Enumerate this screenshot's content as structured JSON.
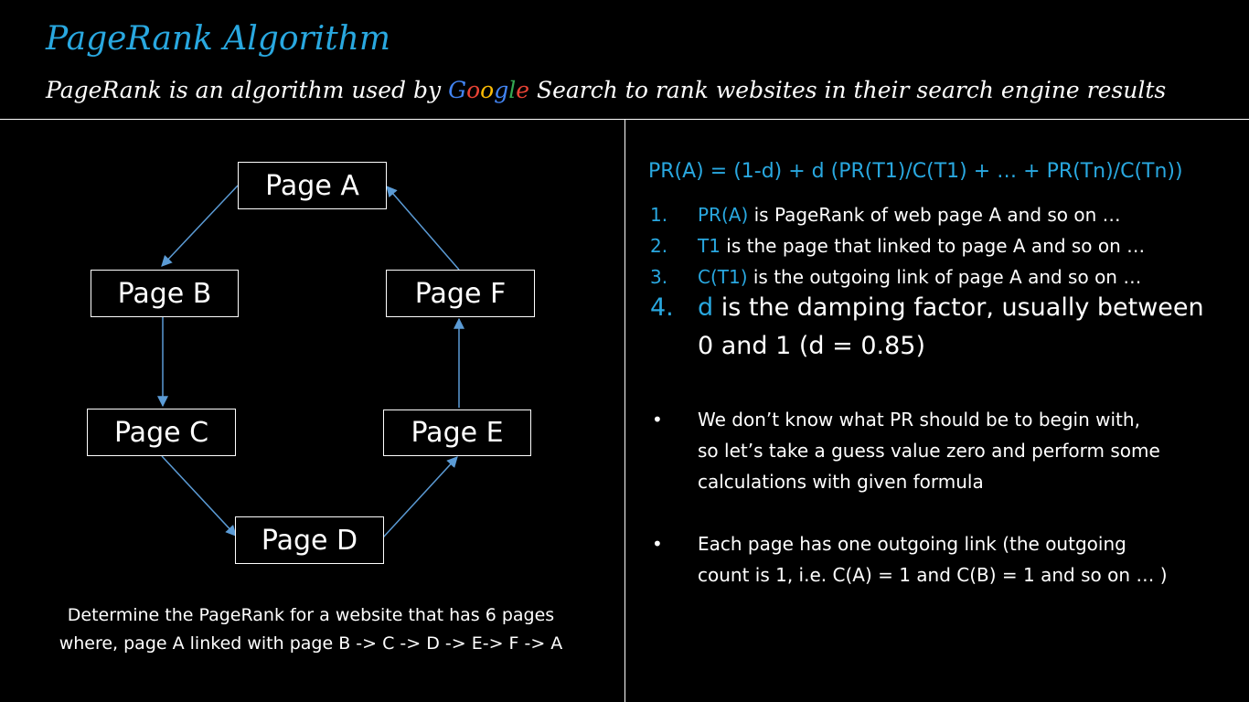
{
  "title": "PageRank Algorithm",
  "subtitle": {
    "before": "PageRank is an algorithm used by ",
    "google": [
      "G",
      "o",
      "o",
      "g",
      "l",
      "e"
    ],
    "after": " Search to rank websites in their search engine results"
  },
  "colors": {
    "accent": "#29a8e0",
    "google_blue": "#4285f4",
    "google_red": "#ea4335",
    "google_yellow": "#fbbc05",
    "google_green": "#34a853"
  },
  "diagram": {
    "nodes": [
      "Page A",
      "Page B",
      "Page C",
      "Page D",
      "Page E",
      "Page F"
    ],
    "links": [
      [
        "Page A",
        "Page B"
      ],
      [
        "Page B",
        "Page C"
      ],
      [
        "Page C",
        "Page D"
      ],
      [
        "Page D",
        "Page E"
      ],
      [
        "Page E",
        "Page F"
      ],
      [
        "Page F",
        "Page A"
      ]
    ],
    "caption_line1": "Determine the PageRank for a website that has 6 pages",
    "caption_line2": "where, page A linked with page B -> C -> D -> E-> F -> A"
  },
  "formula": "PR(A) = (1-d) + d (PR(T1)/C(T1) + … + PR(Tn)/C(Tn))",
  "definitions": [
    {
      "num": "1.",
      "term": "PR(A)",
      "text": " is PageRank of web page A and so on …"
    },
    {
      "num": "2.",
      "term": "T1",
      "text": " is the page that linked to page A and so on …"
    },
    {
      "num": "3.",
      "term": "C(T1)",
      "text": " is the outgoing link of page A and so on …"
    },
    {
      "num": "4.",
      "term": "d",
      "text": " is the damping factor, usually between",
      "text2": "0 and 1 (d = 0.85)"
    }
  ],
  "bullets": [
    {
      "symbol": "•",
      "lines": [
        "We don’t know what PR should be to begin with,",
        "so let’s take a guess value zero and perform some",
        "calculations with given formula"
      ]
    },
    {
      "symbol": "•",
      "lines": [
        "Each page has one outgoing link (the outgoing",
        "count is 1, i.e. C(A) = 1 and C(B) = 1 and so on … )"
      ]
    }
  ]
}
